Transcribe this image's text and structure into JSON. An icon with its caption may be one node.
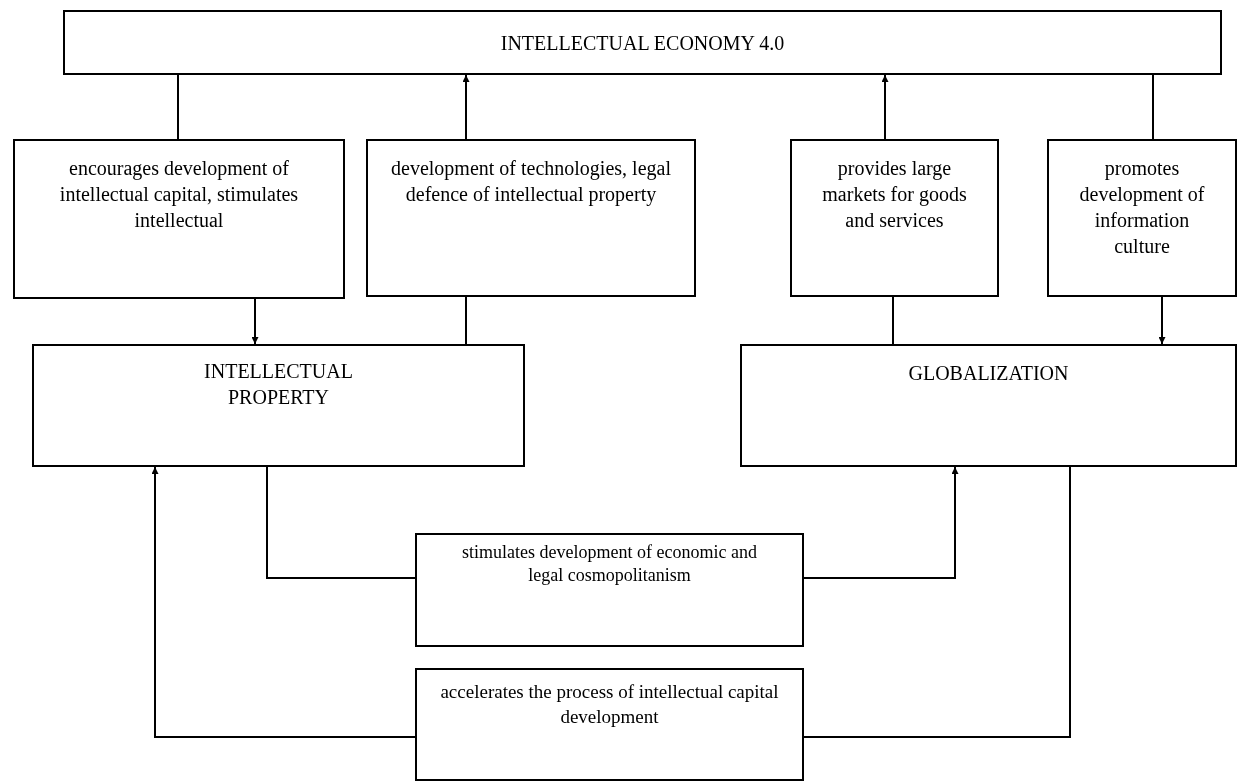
{
  "diagram": {
    "nodes": [
      {
        "text": [
          "INTELLECTUAL ECONOMY 4.0"
        ]
      },
      {
        "text": [
          "encourages development of intellectual capital, stimulates intellectual"
        ]
      },
      {
        "text": [
          "development of technologies, legal defence of intellectual property"
        ]
      },
      {
        "text": [
          "provides large markets for goods and services"
        ]
      },
      {
        "text": [
          "promotes development of information culture"
        ]
      },
      {
        "text": [
          "INTELLECTUAL PROPERTY"
        ]
      },
      {
        "text": [
          "GLOBALIZATION"
        ]
      },
      {
        "text": [
          "stimulates development of economic and legal cosmopolitanism"
        ]
      },
      {
        "text": [
          "accelerates the process of intellectual capital development"
        ]
      }
    ],
    "edges": [
      {
        "from": 0,
        "to": 1,
        "arrow": "none"
      },
      {
        "from": 1,
        "to": 5,
        "arrow": "to"
      },
      {
        "from": 2,
        "to": 0,
        "arrow": "to"
      },
      {
        "from": 5,
        "to": 2,
        "arrow": "none"
      },
      {
        "from": 3,
        "to": 0,
        "arrow": "to"
      },
      {
        "from": 6,
        "to": 3,
        "arrow": "none"
      },
      {
        "from": 0,
        "to": 4,
        "arrow": "none"
      },
      {
        "from": 4,
        "to": 6,
        "arrow": "to"
      },
      {
        "from": 5,
        "to": 7,
        "arrow": "none"
      },
      {
        "from": 7,
        "to": 6,
        "arrow": "to"
      },
      {
        "from": 8,
        "to": 5,
        "arrow": "to"
      },
      {
        "from": 6,
        "to": 8,
        "arrow": "none"
      }
    ]
  }
}
